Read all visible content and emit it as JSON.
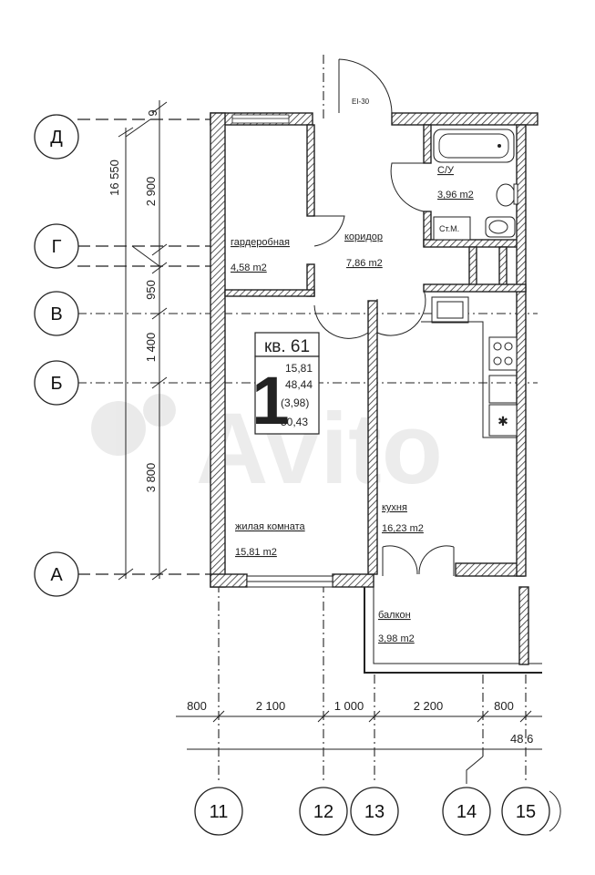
{
  "axes_letters": [
    {
      "id": "d",
      "label": "Д"
    },
    {
      "id": "g",
      "label": "Г"
    },
    {
      "id": "v",
      "label": "В"
    },
    {
      "id": "b",
      "label": "Б"
    },
    {
      "id": "a",
      "label": "А"
    }
  ],
  "axes_numbers": [
    {
      "id": "11",
      "label": "11"
    },
    {
      "id": "12",
      "label": "12"
    },
    {
      "id": "13",
      "label": "13"
    },
    {
      "id": "14",
      "label": "14"
    },
    {
      "id": "15",
      "label": "15"
    }
  ],
  "vertical_dims": {
    "total": "16 550",
    "d_g": "2 900",
    "g_v": "950",
    "v_b": "1 400",
    "b_a": "3 800",
    "top": "9"
  },
  "horizontal_dims": {
    "d1": "800",
    "d2": "2 100",
    "d3": "1 000",
    "d4": "2 200",
    "d5": "800",
    "total": "48 6"
  },
  "rooms": {
    "wardrobe": {
      "name": "гардеробная",
      "area": "4,58 m2"
    },
    "corridor": {
      "name": "коридор",
      "area": "7,86 m2"
    },
    "bathroom": {
      "name": "С/У",
      "area": "3,96 m2"
    },
    "washer": {
      "name": "Ст.М."
    },
    "living": {
      "name": "жилая комната",
      "area": "15,81 m2"
    },
    "kitchen": {
      "name": "кухня",
      "area": "16,23 m2"
    },
    "balcony": {
      "name": "балкон",
      "area": "3,98 m2"
    }
  },
  "apartment": {
    "title": "кв. 61",
    "rooms_count": "1",
    "living_area": "15,81",
    "total_area": "48,44",
    "balcony_area": "(3,98)",
    "gross_area": "50,43"
  },
  "entrance_code": "ЕI-30",
  "watermark": "Avito",
  "colors": {
    "line": "#222222",
    "hatch": "#333333",
    "accent": "#e02020"
  }
}
